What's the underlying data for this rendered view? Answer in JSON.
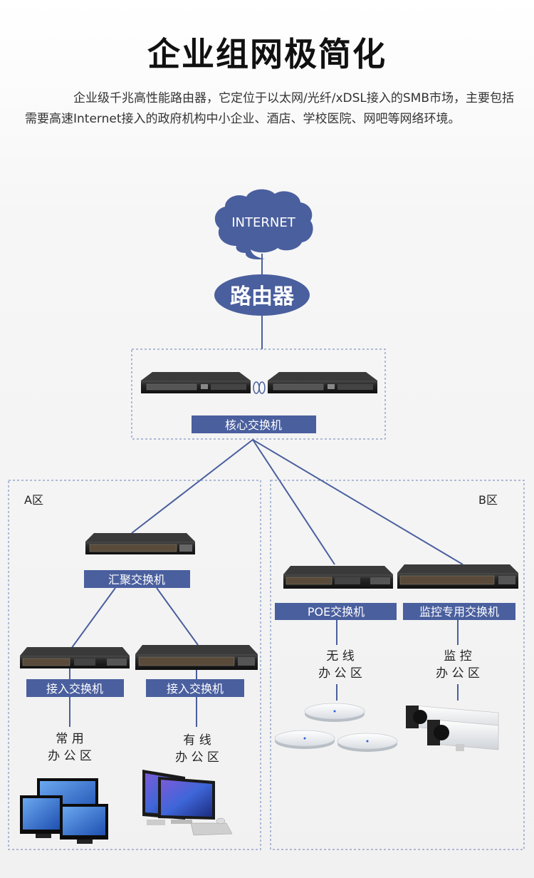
{
  "title": "企业组网极简化",
  "intro": "企业级千兆高性能路由器，它定位于以太网/光纤/xDSL接入的SMB市场，主要包括需要高速Internet接入的政府机构中小企业、酒店、学校医院、网吧等网络环境。",
  "colors": {
    "accent": "#4a5f9e",
    "cloud": "#4a5f9e",
    "line": "#4a5f9e",
    "dashed": "#6a7fb8"
  },
  "diagram": {
    "internet": "INTERNET",
    "router": "路由器",
    "core_switch": "核心交换机",
    "zone_a": "A区",
    "zone_b": "B区",
    "aggregation_switch": "汇聚交换机",
    "access_switch_1": "接入交换机",
    "access_switch_2": "接入交换机",
    "poe_switch": "POE交换机",
    "monitor_switch": "监控专用交换机",
    "office_common_1": "常 用",
    "office_common_2": "办 公 区",
    "office_wired_1": "有 线",
    "office_wired_2": "办 公 区",
    "office_wireless_1": "无 线",
    "office_wireless_2": "办 公 区",
    "office_monitor_1": "监 控",
    "office_monitor_2": "办 公 区"
  },
  "icons": [
    "cloud-icon",
    "router-icon",
    "switch-icon",
    "monitor-icon",
    "access-point-icon",
    "camera-icon"
  ]
}
